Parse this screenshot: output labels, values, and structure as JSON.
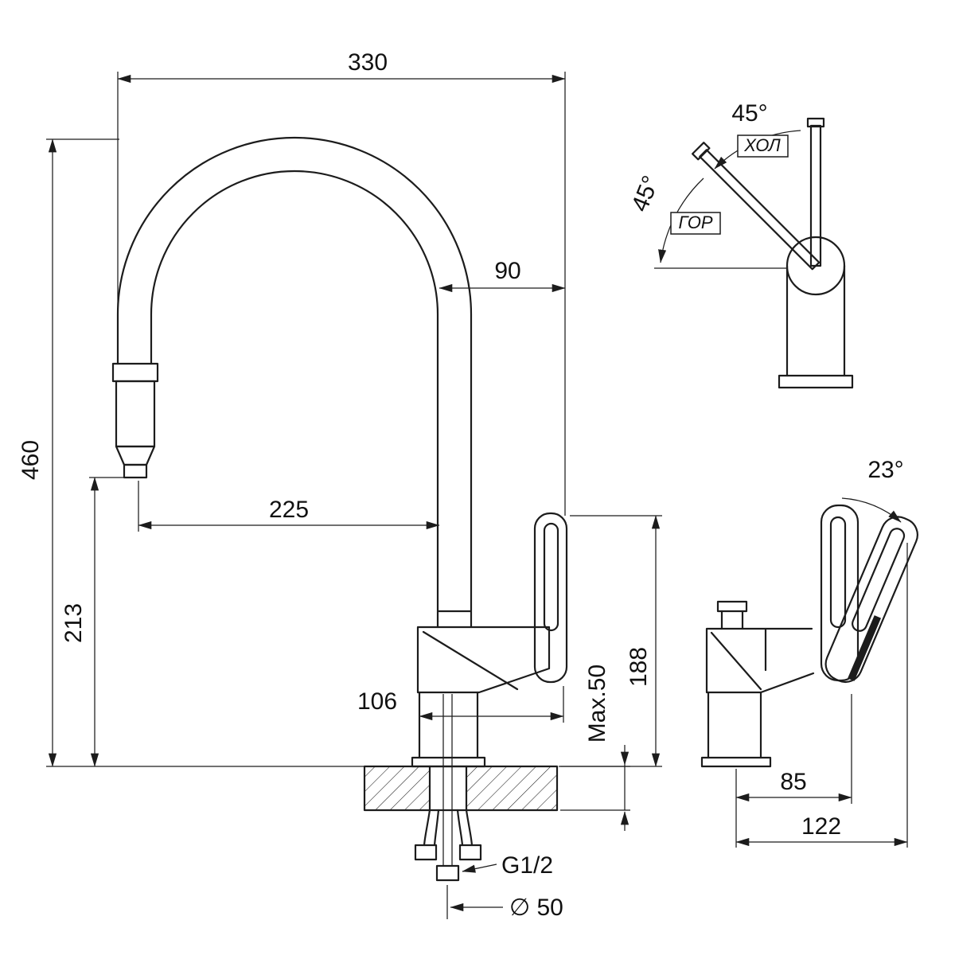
{
  "labels": {
    "d330": "330",
    "d460": "460",
    "d213": "213",
    "d225": "225",
    "d90": "90",
    "d106": "106",
    "max50": "Max.50",
    "d188": "188",
    "thread": "G1/2",
    "dia50": "∅ 50",
    "a45_top": "45°",
    "a45_side": "45°",
    "cold": "ХОЛ",
    "hot": "ГОР",
    "a23": "23°",
    "d85": "85",
    "d122": "122"
  },
  "colors": {
    "line": "#1c1c1c",
    "background": "#ffffff"
  }
}
